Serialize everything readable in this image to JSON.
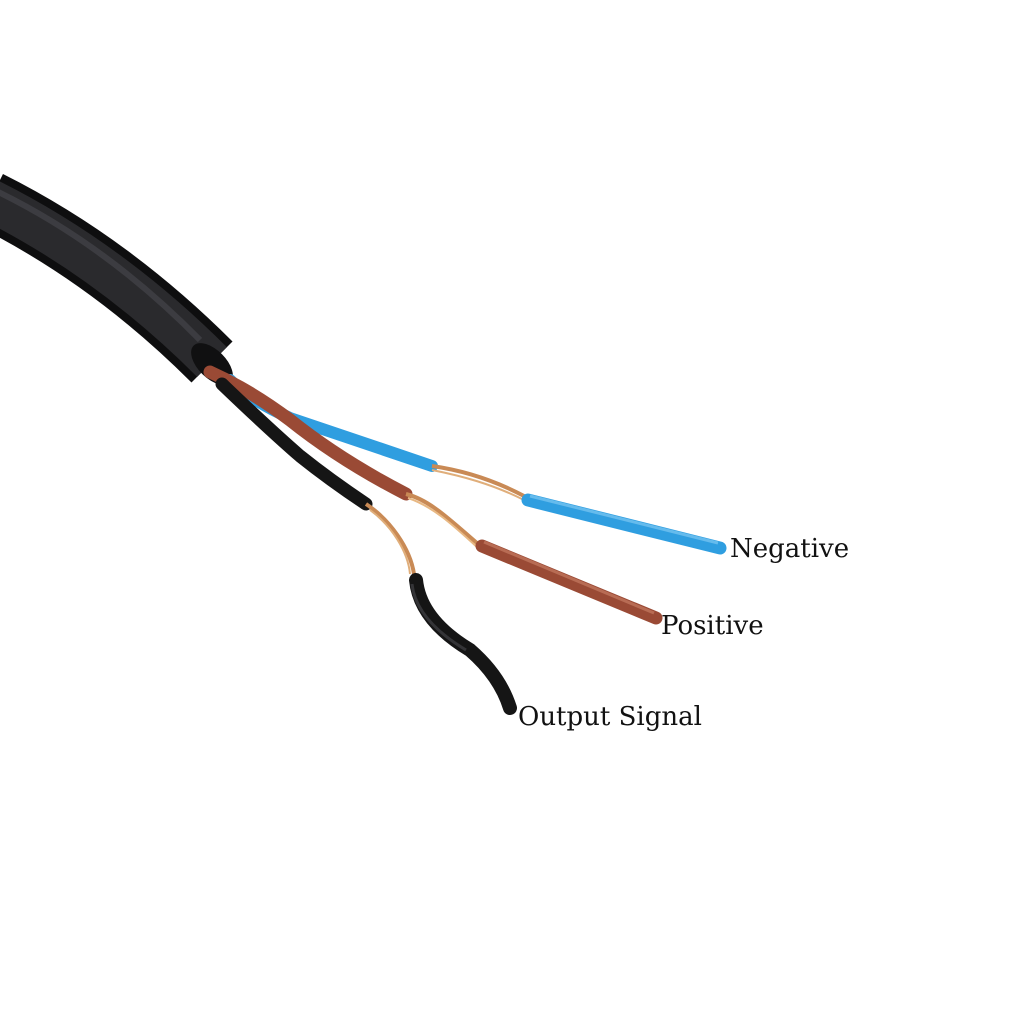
{
  "labels": {
    "negative": "Negative",
    "positive": "Positive",
    "output_signal": "Output Signal"
  },
  "colors": {
    "background": "#ffffff",
    "cable_jacket": "#1c1c1e",
    "blue_wire": "#2f9ee0",
    "brown_wire": "#9a4a35",
    "black_wire": "#151515",
    "copper_strands": "#c98a55",
    "label_text": "#111111"
  },
  "wires": [
    {
      "insulation": "blue",
      "function": "negative"
    },
    {
      "insulation": "brown",
      "function": "positive"
    },
    {
      "insulation": "black",
      "function": "output_signal"
    }
  ]
}
